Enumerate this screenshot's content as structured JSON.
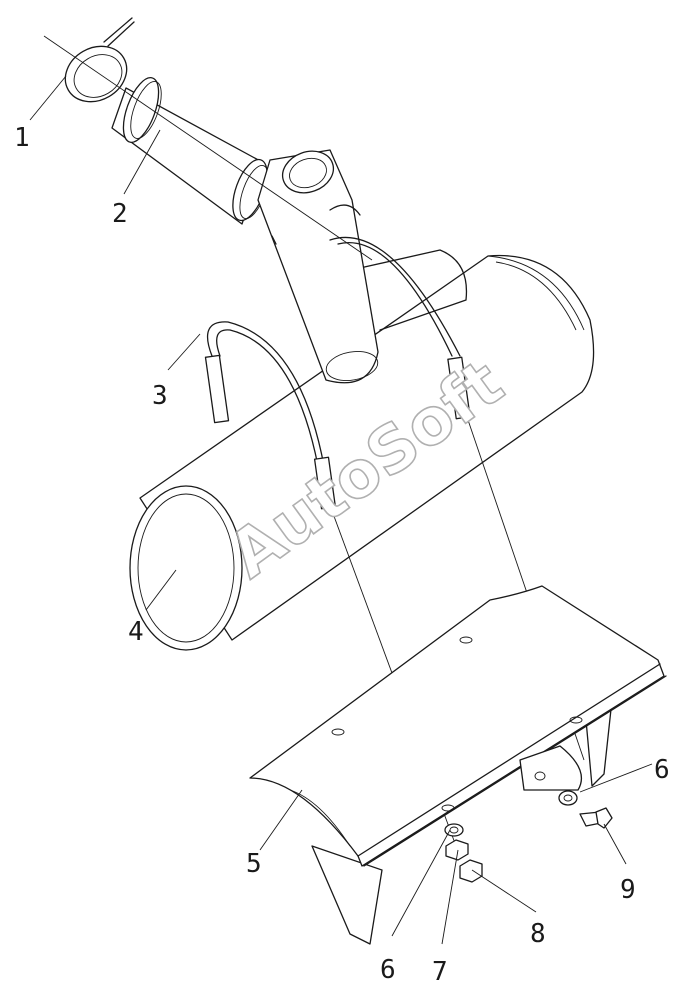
{
  "watermark": "AutoSoft",
  "callouts": [
    {
      "id": "callout-1",
      "label": "1"
    },
    {
      "id": "callout-2",
      "label": "2"
    },
    {
      "id": "callout-3",
      "label": "3"
    },
    {
      "id": "callout-4",
      "label": "4"
    },
    {
      "id": "callout-5",
      "label": "5"
    },
    {
      "id": "callout-6-right",
      "label": "6"
    },
    {
      "id": "callout-6-bottom",
      "label": "6"
    },
    {
      "id": "callout-7",
      "label": "7"
    },
    {
      "id": "callout-8",
      "label": "8"
    },
    {
      "id": "callout-9",
      "label": "9"
    }
  ]
}
